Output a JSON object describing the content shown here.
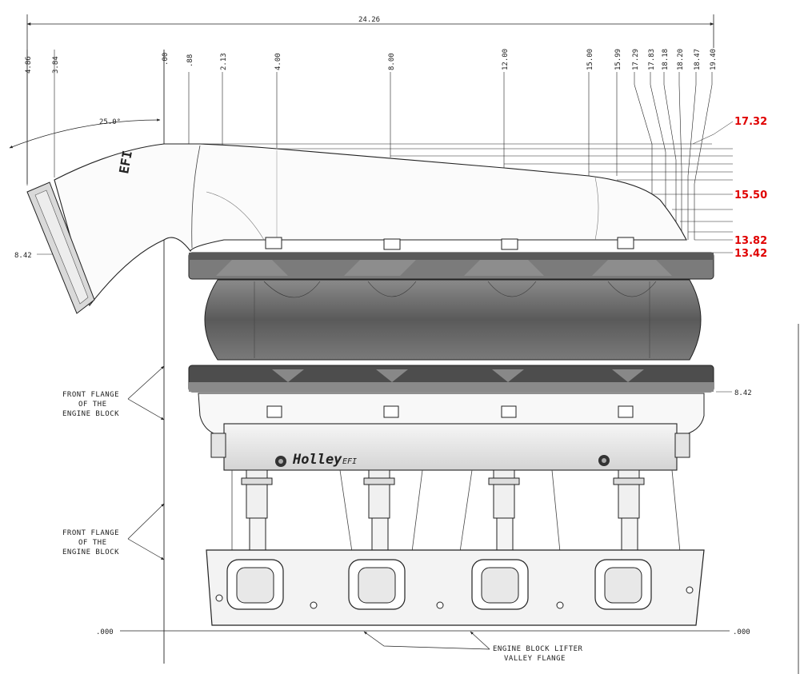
{
  "drawing": {
    "overall_width": "24.26",
    "top_dims": [
      "4.86",
      "3.84",
      ".00",
      ".88",
      "2.13",
      "4.00",
      "8.00",
      "12.00",
      "15.00",
      "15.99",
      "17.29",
      "17.83",
      "18.18",
      "18.20",
      "18.47",
      "19.40"
    ],
    "angle": "25.0°",
    "left_height": "8.42",
    "right_height": "8.42",
    "red_dims": [
      "17.32",
      "15.50",
      "13.82",
      "13.42"
    ],
    "baseline_left": ".000",
    "baseline_right": ".000",
    "front_flange_note_1": [
      "FRONT FLANGE",
      "OF THE",
      "ENGINE BLOCK"
    ],
    "front_flange_note_2": [
      "FRONT FLANGE",
      "OF THE",
      "ENGINE BLOCK"
    ],
    "valley_note": [
      "ENGINE BLOCK LIFTER",
      "VALLEY FLANGE"
    ],
    "brand_text": "Holley",
    "brand_suffix": "EFI",
    "elbow_logo": "EFI",
    "colors": {
      "red": "#e00000",
      "line": "#222222",
      "spacer": "#6e6e6e"
    }
  }
}
